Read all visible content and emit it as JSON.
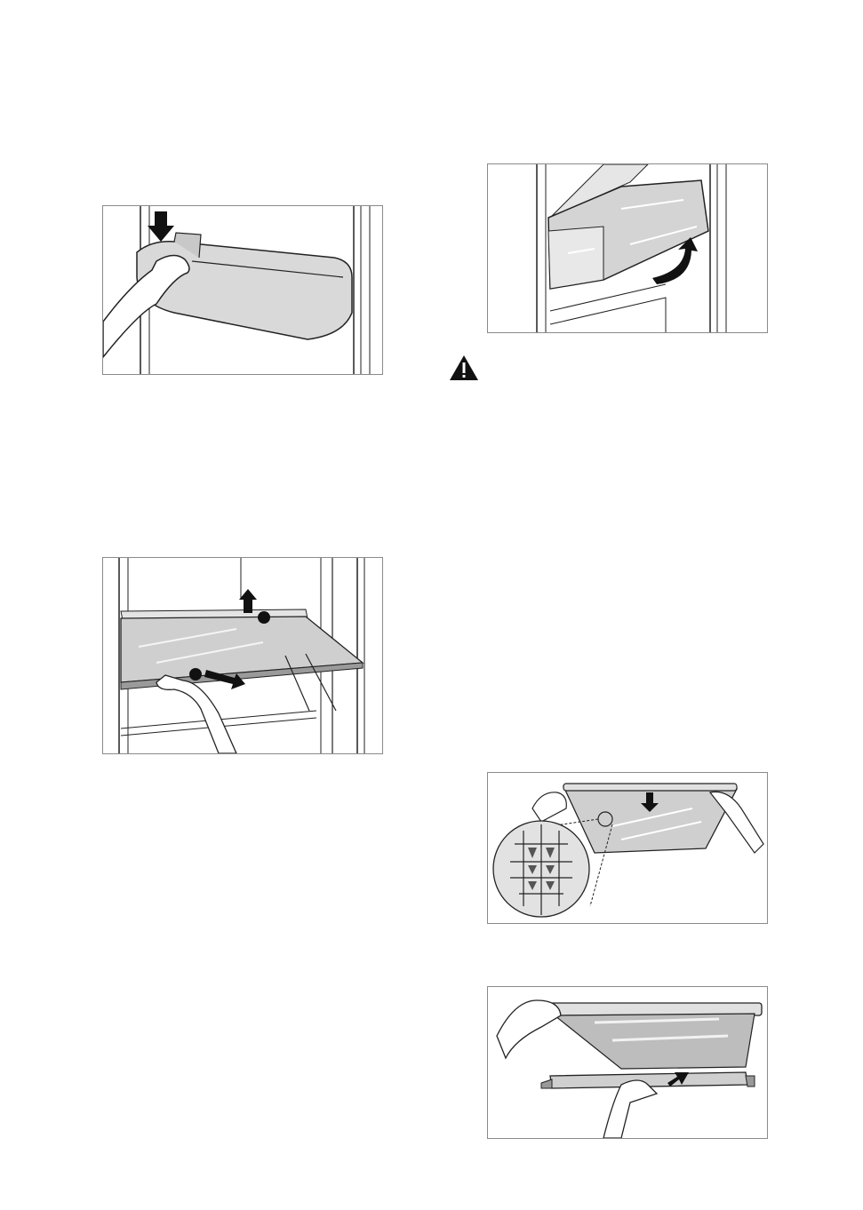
{
  "page": {
    "figures": [
      {
        "id": "door-shelf",
        "icon": "push-down-arrow"
      },
      {
        "id": "glass-shelf",
        "icon": "lift-and-pull-arrows"
      },
      {
        "id": "crisper-drawer",
        "icon": "curved-up-arrow"
      },
      {
        "id": "shelf-grid-detail",
        "icon": "down-arrow"
      },
      {
        "id": "slide-out-shelf",
        "icon": "pull-arrow"
      }
    ],
    "warning": {
      "icon": "warning-triangle-icon"
    },
    "colors": {
      "line": "#1a1a1a",
      "frame": "#8a8a8a",
      "glass": "#cfcfcf"
    }
  }
}
